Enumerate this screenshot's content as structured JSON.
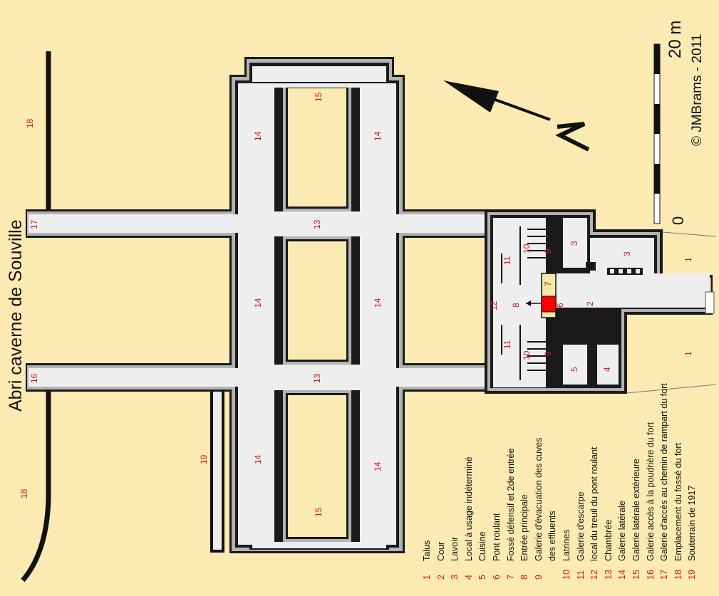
{
  "title": "Abri caverne de Souville",
  "scale": {
    "min": "0",
    "max": "20 m"
  },
  "copyright": "© JMBrams - 2011",
  "colors": {
    "background": "#fbeab2",
    "room": "#eeeeee",
    "wall": "#1a1a1a",
    "label": "#d8141a",
    "highlight": "#ff0000",
    "yellow_zone": "#f4e9a4"
  },
  "labels": {
    "n1": "1",
    "n2": "2",
    "n3": "3",
    "n4": "4",
    "n5": "5",
    "n6": "6",
    "n7": "7",
    "n8": "8",
    "n9": "9",
    "n10": "10",
    "n11": "11",
    "n12": "12",
    "n13": "13",
    "n14": "14",
    "n15": "15",
    "n16": "16",
    "n17": "17",
    "n18": "18",
    "n19": "19"
  },
  "legend": [
    {
      "num": "1",
      "text": "Talus"
    },
    {
      "num": "2",
      "text": "Cour"
    },
    {
      "num": "3",
      "text": "Lavoir"
    },
    {
      "num": "4",
      "text": "Local à usage indéterminé"
    },
    {
      "num": "5",
      "text": "Cuisine"
    },
    {
      "num": "6",
      "text": "Pont roulant"
    },
    {
      "num": "7",
      "text": "Fossé défensif et 2de entrée"
    },
    {
      "num": "8",
      "text": "Entrée principale"
    },
    {
      "num": "9",
      "text": "Galerie d'évacuation des cuves"
    },
    {
      "num": "",
      "text": "des effluents"
    },
    {
      "num": "10",
      "text": "Latrines"
    },
    {
      "num": "11",
      "text": "Galerie d'escarpe"
    },
    {
      "num": "12",
      "text": "local du treuil du pont roulant"
    },
    {
      "num": "13",
      "text": "Chambrée"
    },
    {
      "num": "14",
      "text": "Galerie latérale"
    },
    {
      "num": "15",
      "text": "Galerie latérale extérieure"
    },
    {
      "num": "16",
      "text": "Galerie accès à la poudrière du fort"
    },
    {
      "num": "17",
      "text": "Galerie d'accès au chemin de rampart du fort"
    },
    {
      "num": "18",
      "text": "Emplacement du fossé du fort"
    },
    {
      "num": "19",
      "text": "Souterrain de 1917"
    }
  ]
}
